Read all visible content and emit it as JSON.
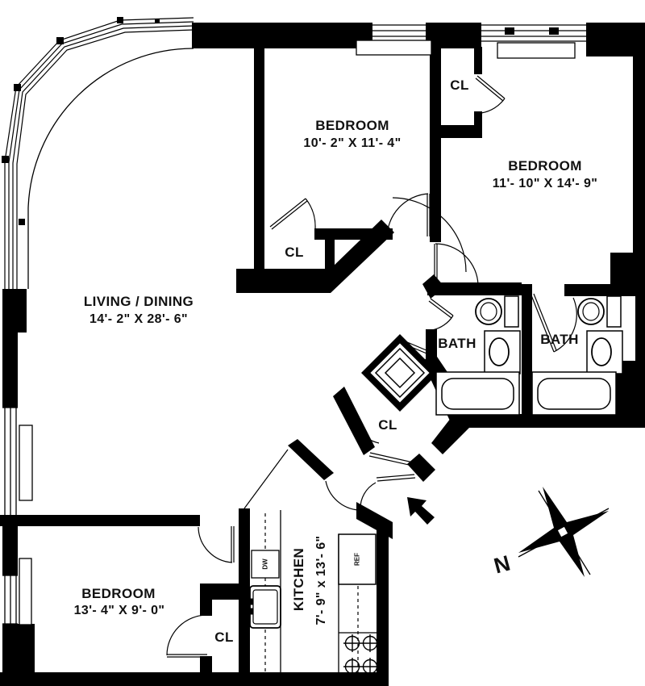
{
  "rooms": {
    "living": {
      "name": "LIVING / DINING",
      "dims": "14'- 2\" X 28'- 6\""
    },
    "bedroom_top": {
      "name": "BEDROOM",
      "dims": "10'- 2\" X 11'- 4\""
    },
    "bedroom_right": {
      "name": "BEDROOM",
      "dims": "11'- 10\" X 14'- 9\""
    },
    "bedroom_bottom": {
      "name": "BEDROOM",
      "dims": "13'- 4\" X 9'- 0\""
    },
    "kitchen": {
      "name": "KITCHEN",
      "dims": "7'- 9\" x 13'- 6\""
    },
    "bath_left": {
      "name": "BATH"
    },
    "bath_right": {
      "name": "BATH"
    }
  },
  "closets": {
    "top": "CL",
    "middle": "CL",
    "hall": "CL",
    "bedroom_bottom": "CL"
  },
  "appliances": {
    "dishwasher": "DW",
    "refrigerator": "REF"
  },
  "compass": {
    "north": "N"
  },
  "colors": {
    "wall": "#000000",
    "background": "#ffffff"
  }
}
